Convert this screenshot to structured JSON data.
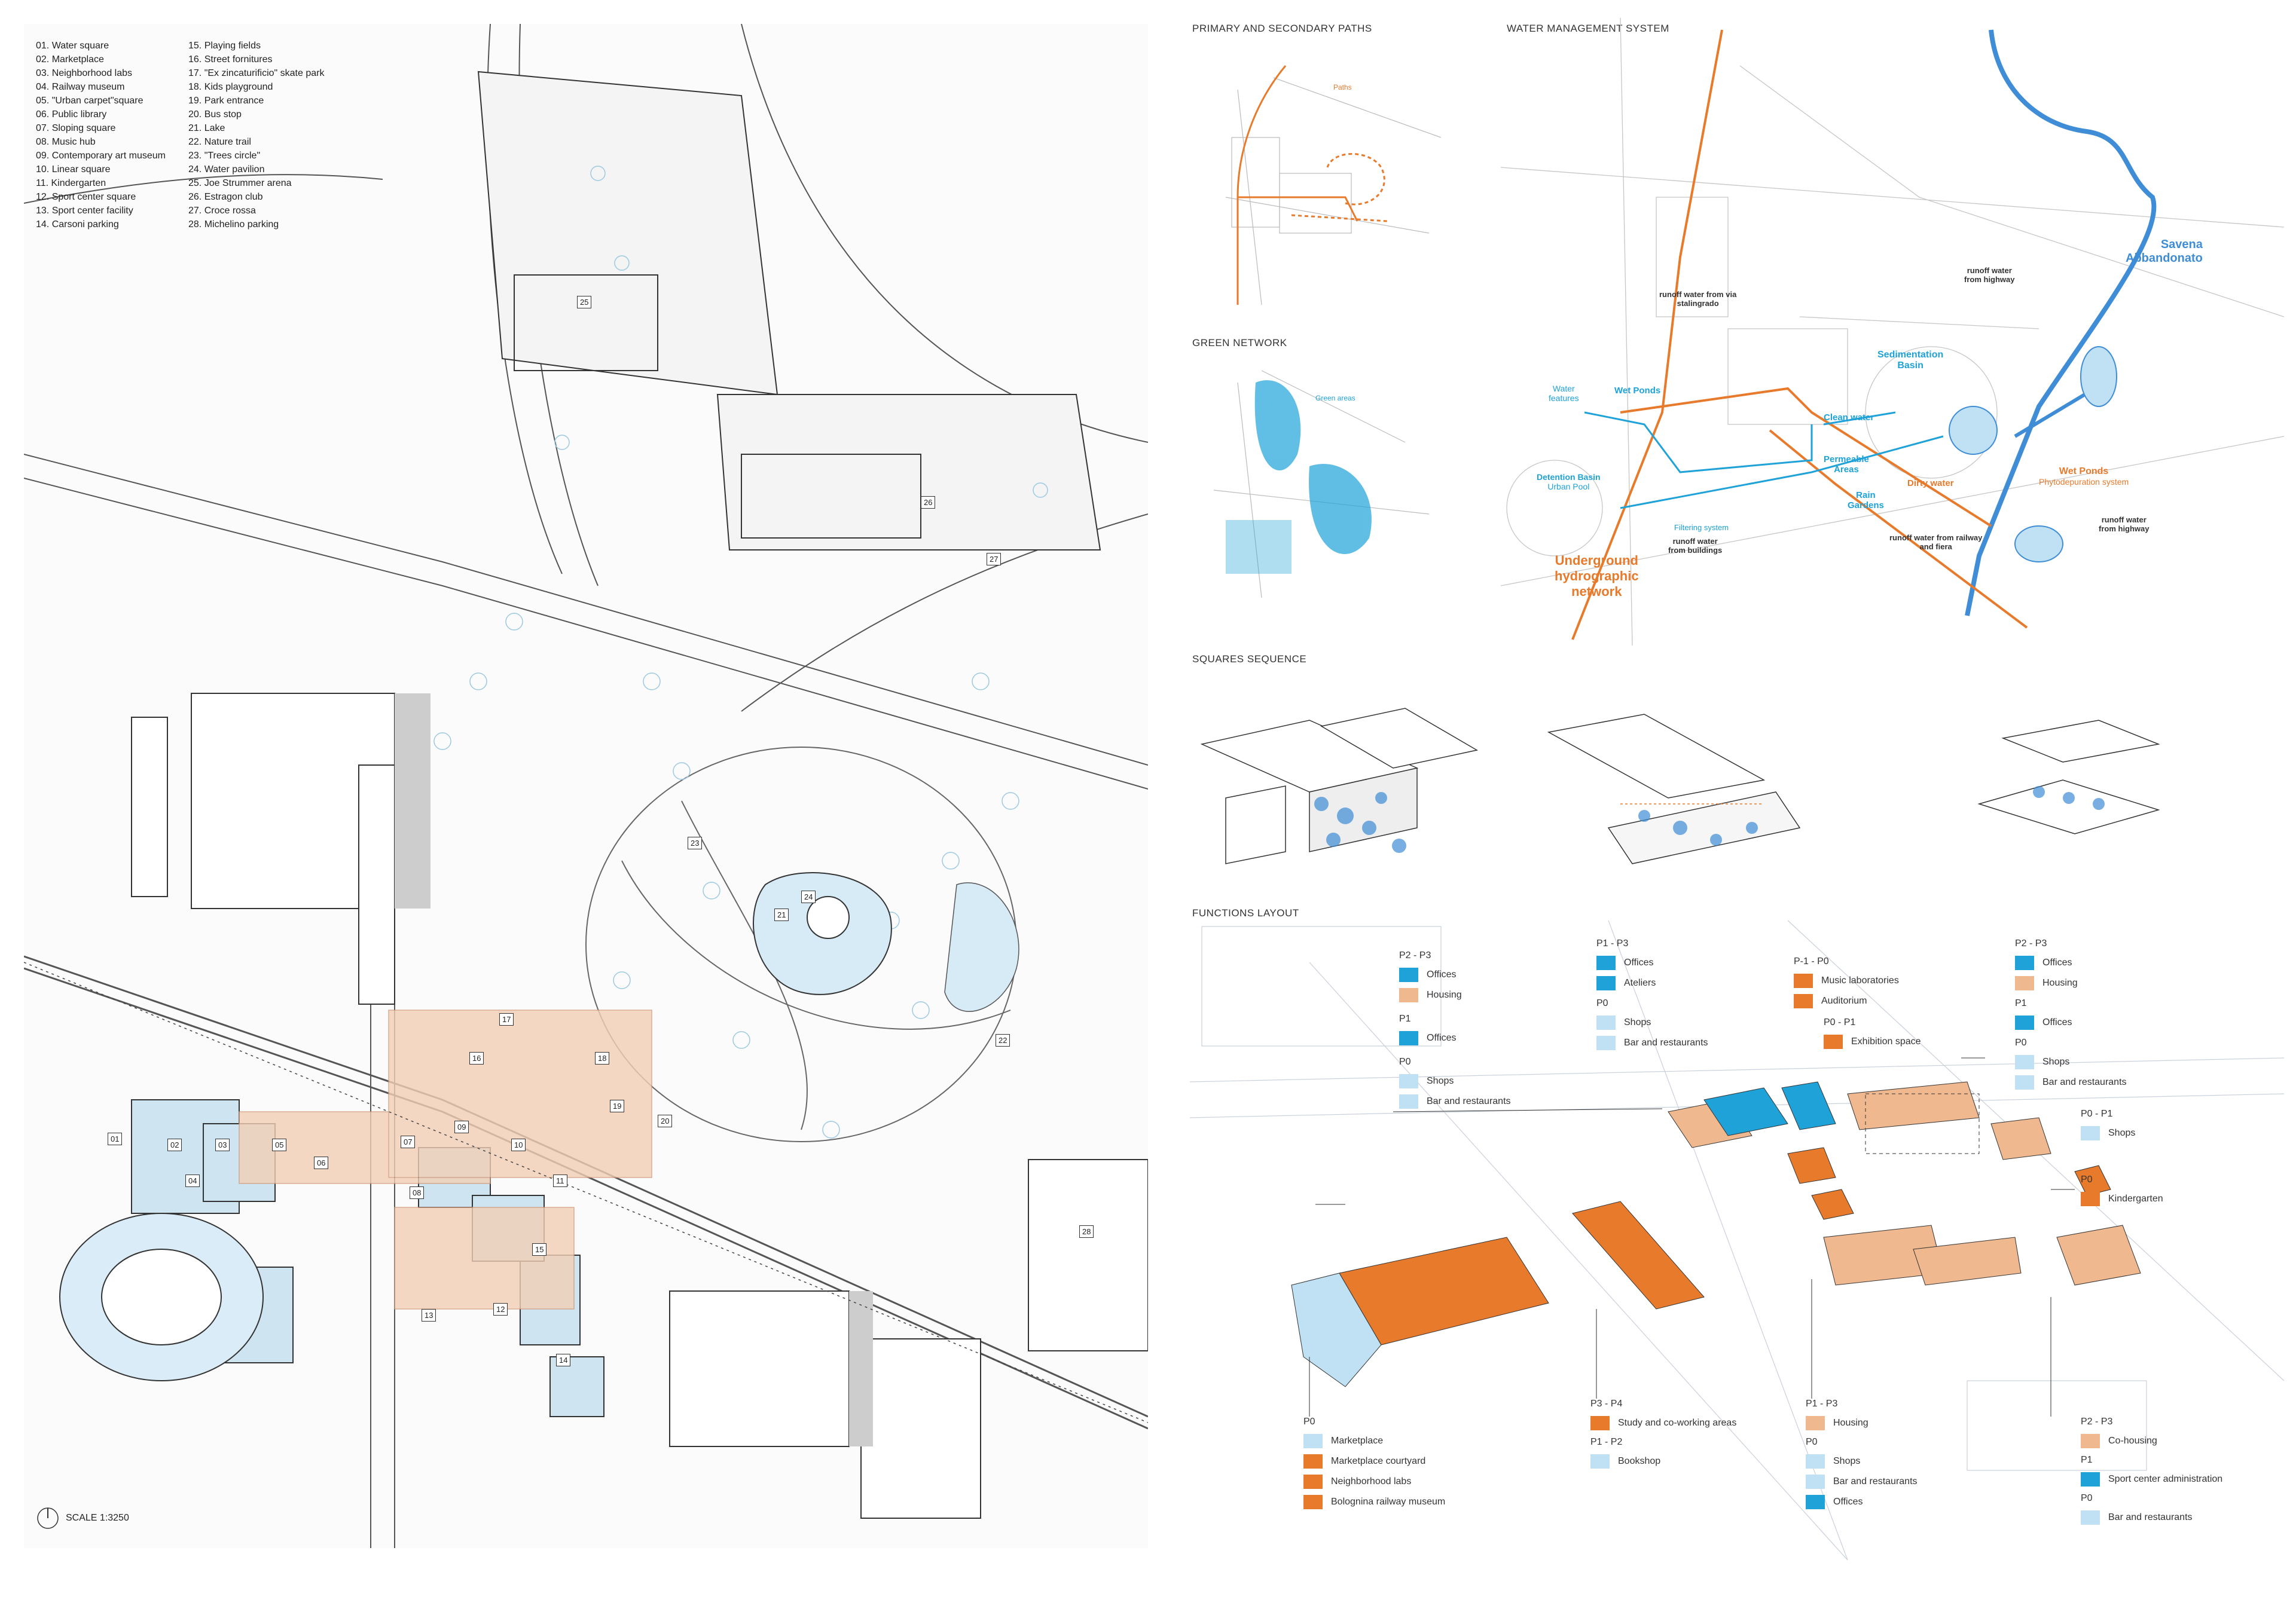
{
  "legend": {
    "col1": [
      "01. Water square",
      "02. Marketplace",
      "03. Neighborhood labs",
      "04. Railway museum",
      "05. \"Urban carpet\"square",
      "06. Public library",
      "07. Sloping square",
      "08. Music hub",
      "09. Contemporary art museum",
      "10. Linear square",
      "11. Kindergarten",
      "12. Sport center square",
      "13. Sport center facility",
      "14. Carsoni parking"
    ],
    "col2": [
      "15. Playing fields",
      "16. Street fornitures",
      "17. \"Ex zincaturificio\" skate park",
      "18. Kids playground",
      "19. Park entrance",
      "20. Bus stop",
      "21. Lake",
      "22. Nature trail",
      "23. \"Trees circle\"",
      "24. Water pavilion",
      "25. Joe Strummer arena",
      "26. Estragon club",
      "27. Croce rossa",
      "28. Michelino parking"
    ]
  },
  "scale": "SCALE 1:3250",
  "map_labels": [
    "01",
    "02",
    "03",
    "04",
    "05",
    "06",
    "07",
    "08",
    "09",
    "10",
    "11",
    "12",
    "13",
    "14",
    "15",
    "16",
    "17",
    "18",
    "19",
    "20",
    "21",
    "22",
    "23",
    "24",
    "25",
    "26",
    "27",
    "28"
  ],
  "paths": {
    "title": "PRIMARY AND SECONDARY PATHS",
    "tag": "Paths"
  },
  "green": {
    "title": "GREEN NETWORK",
    "tag": "Green areas"
  },
  "water": {
    "title": "WATER MANAGEMENT SYSTEM",
    "savena": "Savena",
    "abbandonato": "Abbandonato",
    "runoff_highway_1": "runoff water",
    "runoff_highway_1b": "from highway",
    "runoff_via_1": "runoff water from via",
    "runoff_via_2": "stalingrado",
    "sed_1": "Sedimentation",
    "sed_2": "Basin",
    "wet_ponds_left": "Wet Ponds",
    "water_features_1": "Water",
    "water_features_2": "features",
    "clean_water": "Clean water",
    "permeable_1": "Permeable",
    "permeable_2": "Areas",
    "dirty_water": "Dirty water",
    "wet_ponds_right": "Wet Ponds",
    "phyto": "Phytodepuration system",
    "detention_1": "Detention Basin",
    "detention_2": "Urban Pool",
    "rain_1": "Rain",
    "rain_2": "Gardens",
    "filtering": "Filtering system",
    "runoff_build_1": "runoff water",
    "runoff_build_2": "from buildings",
    "runoff_rail_1": "runoff water from railway",
    "runoff_rail_2": "and fiera",
    "runoff_highway_2a": "runoff water",
    "runoff_highway_2b": "from highway",
    "under_1": "Underground",
    "under_2": "hydrographic",
    "under_3": "network"
  },
  "squares": {
    "title": "SQUARES SEQUENCE"
  },
  "functions": {
    "title": "FUNCTIONS LAYOUT",
    "g1": {
      "h1": "P2 - P3",
      "offices": "Offices",
      "housing": "Housing",
      "h2": "P1",
      "offices2": "Offices",
      "h3": "P0",
      "shops": "Shops",
      "bars": "Bar and restaurants"
    },
    "g2": {
      "h1": "P1 - P3",
      "offices": "Offices",
      "ateliers": "Ateliers",
      "h2": "P0",
      "shops": "Shops",
      "bars": "Bar and restaurants"
    },
    "g3": {
      "h1": "P-1 - P0",
      "music": "Music laboratories",
      "auditorium": "Auditorium",
      "h2": "P0 - P1",
      "exhibition": "Exhibition space"
    },
    "g4": {
      "h1": "P2 - P3",
      "offices": "Offices",
      "housing": "Housing",
      "h2": "P1",
      "offices2": "Offices",
      "h3": "P0",
      "shops": "Shops",
      "bars": "Bar and restaurants"
    },
    "g5": {
      "h1": "P0 - P1",
      "shops": "Shops"
    },
    "g6": {
      "h1": "P0",
      "kindergarten": "Kindergarten"
    },
    "g7": {
      "h1": "P0",
      "marketplace": "Marketplace",
      "courtyard": "Marketplace courtyard",
      "labs": "Neighborhood labs",
      "museum": "Bolognina railway museum"
    },
    "g8": {
      "h1": "P3 - P4",
      "study": "Study and co-working areas",
      "h2": "P1 - P2",
      "bookshop": "Bookshop"
    },
    "g9": {
      "h1": "P1 - P3",
      "housing": "Housing",
      "h2": "P0",
      "shops": "Shops",
      "bars": "Bar and restaurants",
      "offices": "Offices"
    },
    "g10": {
      "h1": "P2 - P3",
      "cohousing": "Co-housing",
      "h2": "P1",
      "sport": "Sport center administration",
      "h3": "P0",
      "bars": "Bar and restaurants"
    }
  },
  "colors": {
    "blue": "#1ea2d8",
    "light_blue": "#bfe1f3",
    "orange": "#e87a2c",
    "peach": "#efb88f"
  }
}
